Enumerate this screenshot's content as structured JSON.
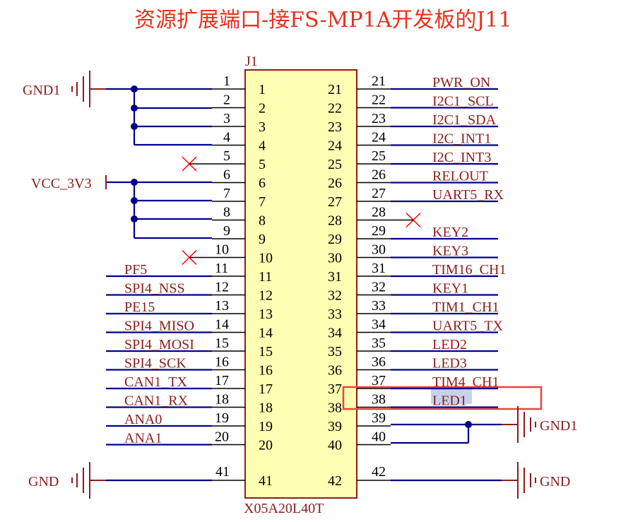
{
  "title": "资源扩展端口-接FS-MP1A开发板的J11",
  "component": {
    "designator": "J1",
    "part": "X05A20L40T",
    "left_pins": [
      {
        "num": "1",
        "inner": "1",
        "net": ""
      },
      {
        "num": "2",
        "inner": "2",
        "net": ""
      },
      {
        "num": "3",
        "inner": "3",
        "net": ""
      },
      {
        "num": "4",
        "inner": "4",
        "net": ""
      },
      {
        "num": "5",
        "inner": "5",
        "net": "",
        "nc": true
      },
      {
        "num": "6",
        "inner": "6",
        "net": ""
      },
      {
        "num": "7",
        "inner": "7",
        "net": ""
      },
      {
        "num": "8",
        "inner": "8",
        "net": ""
      },
      {
        "num": "9",
        "inner": "9",
        "net": ""
      },
      {
        "num": "10",
        "inner": "10",
        "net": "",
        "nc": true
      },
      {
        "num": "11",
        "inner": "11",
        "net": "PF5"
      },
      {
        "num": "12",
        "inner": "12",
        "net": "SPI4_NSS"
      },
      {
        "num": "13",
        "inner": "13",
        "net": "PE15"
      },
      {
        "num": "14",
        "inner": "14",
        "net": "SPI4_MISO"
      },
      {
        "num": "15",
        "inner": "15",
        "net": "SPI4_MOSI"
      },
      {
        "num": "16",
        "inner": "16",
        "net": "SPI4_SCK"
      },
      {
        "num": "17",
        "inner": "17",
        "net": "CAN1_TX"
      },
      {
        "num": "18",
        "inner": "18",
        "net": "CAN1_RX"
      },
      {
        "num": "19",
        "inner": "19",
        "net": "ANA0"
      },
      {
        "num": "20",
        "inner": "20",
        "net": "ANA1"
      }
    ],
    "right_pins": [
      {
        "num": "21",
        "inner": "21",
        "net": "PWR_ON"
      },
      {
        "num": "22",
        "inner": "22",
        "net": "I2C1_SCL"
      },
      {
        "num": "23",
        "inner": "23",
        "net": "I2C1_SDA"
      },
      {
        "num": "24",
        "inner": "24",
        "net": "I2C_INT1"
      },
      {
        "num": "25",
        "inner": "25",
        "net": "I2C_INT3"
      },
      {
        "num": "26",
        "inner": "26",
        "net": "RELOUT"
      },
      {
        "num": "27",
        "inner": "27",
        "net": "UART5_RX"
      },
      {
        "num": "28",
        "inner": "28",
        "net": "",
        "nc": true
      },
      {
        "num": "29",
        "inner": "29",
        "net": "KEY2"
      },
      {
        "num": "30",
        "inner": "30",
        "net": "KEY3"
      },
      {
        "num": "31",
        "inner": "31",
        "net": "TIM16_CH1"
      },
      {
        "num": "32",
        "inner": "32",
        "net": "KEY1"
      },
      {
        "num": "33",
        "inner": "33",
        "net": "TIM1_CH1"
      },
      {
        "num": "34",
        "inner": "34",
        "net": "UART5_TX"
      },
      {
        "num": "35",
        "inner": "35",
        "net": "LED2"
      },
      {
        "num": "36",
        "inner": "36",
        "net": "LED3"
      },
      {
        "num": "37",
        "inner": "37",
        "net": "TIM4_CH1"
      },
      {
        "num": "38",
        "inner": "38",
        "net": "LED1"
      },
      {
        "num": "39",
        "inner": "39",
        "net": ""
      },
      {
        "num": "40",
        "inner": "40",
        "net": ""
      }
    ],
    "bottom_left": {
      "num": "41",
      "inner": "41"
    },
    "bottom_right": {
      "num": "42",
      "inner": "42"
    }
  },
  "power": {
    "gnd1_left": "GND1",
    "vcc": "VCC_3V3",
    "gnd1_right": "GND1",
    "gnd_left": "GND",
    "gnd_right": "GND"
  },
  "colors": {
    "title": "#e8301e",
    "wire": "#00008b",
    "net_label": "#8b1d1a",
    "body_fill": "#ffffb3",
    "highlight": "#e8453c"
  }
}
